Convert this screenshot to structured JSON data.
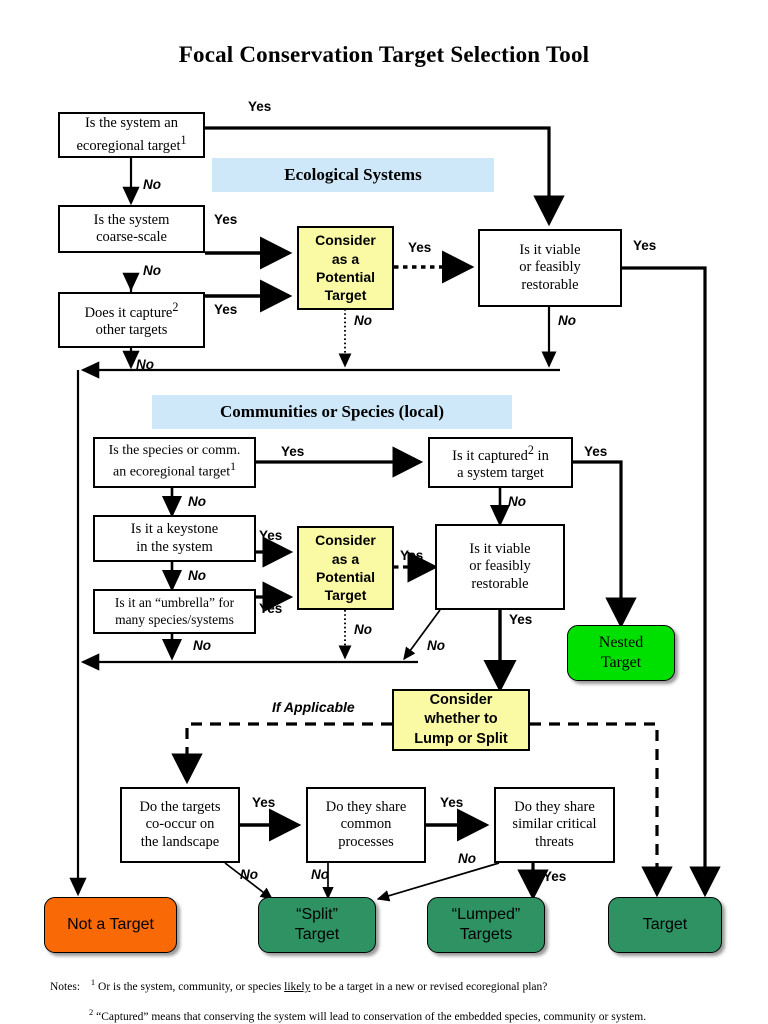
{
  "title": "Focal Conservation Target Selection Tool",
  "banners": [
    {
      "label": "Ecological Systems"
    },
    {
      "label": "Communities or Species  (local)"
    }
  ],
  "boxes": {
    "sys_ecoregional": {
      "line1": "Is the system an",
      "line2": "ecoregional target",
      "sup": "1"
    },
    "sys_coarse": {
      "line1": "Is the system",
      "line2": "coarse-scale"
    },
    "sys_capture": {
      "line1": "Does it capture",
      "sup": "2",
      "line2": "other targets"
    },
    "consider_system": {
      "label": "Consider\nas a\nPotential\nTarget"
    },
    "viable_system": {
      "line1": "Is it viable",
      "line2": "or feasibly",
      "line3": "restorable"
    },
    "sp_ecoregional": {
      "line1": "Is the species or comm.",
      "line2": "an ecoregional target",
      "sup": "1"
    },
    "sp_keystone": {
      "line1": "Is it a keystone",
      "line2": "in the system"
    },
    "sp_umbrella": {
      "line1": "Is it an “umbrella” for",
      "line2": "many species/systems"
    },
    "consider_species": {
      "label": "Consider\nas a\nPotential\nTarget"
    },
    "sp_captured": {
      "line1": "Is it captured",
      "sup": "2",
      "line1b": " in",
      "line2": "a system target"
    },
    "viable_species": {
      "line1": "Is it viable",
      "line2": "or feasibly",
      "line3": "restorable"
    },
    "lump_or_split": {
      "label": "Consider\nwhether to\nLump or Split"
    },
    "co_occur": {
      "line1": "Do the targets",
      "line2": "co-occur on",
      "line3": "the landscape"
    },
    "common_proc": {
      "line1": "Do they share",
      "line2": "common",
      "line3": "processes"
    },
    "similar_threats": {
      "line1": "Do they share",
      "line2": "similar critical",
      "line3": "threats"
    }
  },
  "terminals": {
    "nested_target": {
      "label": "Nested\nTarget",
      "color": "#00E000"
    },
    "not_a_target": {
      "label": "Not a Target",
      "color": "#F96A06"
    },
    "split_target": {
      "label": "“Split”\nTarget",
      "color": "#2E9263"
    },
    "lumped_targets": {
      "label": "“Lumped”\nTargets",
      "color": "#2E9263"
    },
    "target": {
      "label": "Target",
      "color": "#2E9263"
    }
  },
  "edge_labels": {
    "yes_top": "Yes",
    "no_sys1": "No",
    "yes_coarse": "Yes",
    "no_sys2": "No",
    "yes_capture": "Yes",
    "no_capture": "No",
    "yes_consider_sys": "Yes",
    "no_consider_sys": "No",
    "yes_viable_sys": "Yes",
    "no_viable_sys": "No",
    "yes_sp_eco": "Yes",
    "no_sp_eco": "No",
    "yes_keystone": "Yes",
    "no_keystone": "No",
    "yes_umbrella": "Yes",
    "no_umbrella": "No",
    "yes_consider_sp": "Yes",
    "no_consider_sp": "No",
    "yes_captured": "Yes",
    "no_captured": "No",
    "yes_viable_sp": "Yes",
    "no_viable_sp": "No",
    "if_applicable": "If Applicable",
    "yes_cooccur": "Yes",
    "no_cooccur": "No",
    "yes_common": "Yes",
    "no_common": "No",
    "yes_threats": "Yes",
    "no_threats": "No"
  },
  "notes": {
    "label": "Notes:",
    "note1_sup": "1",
    "note1_a": "Or is the system, community, or species ",
    "note1_u": "likely",
    "note1_b": " to be a target in a new or revised ecoregional plan?",
    "note2_sup": "2",
    "note2": "“Captured” means that conserving the system will lead to conservation of the embedded species, community or system."
  },
  "colors": {
    "banner_blue": "#CFE8F9",
    "yellow": "#FAFAA5",
    "bright_green": "#00E000",
    "sea_green": "#2E9263",
    "orange": "#F96A06",
    "line": "#000000"
  }
}
